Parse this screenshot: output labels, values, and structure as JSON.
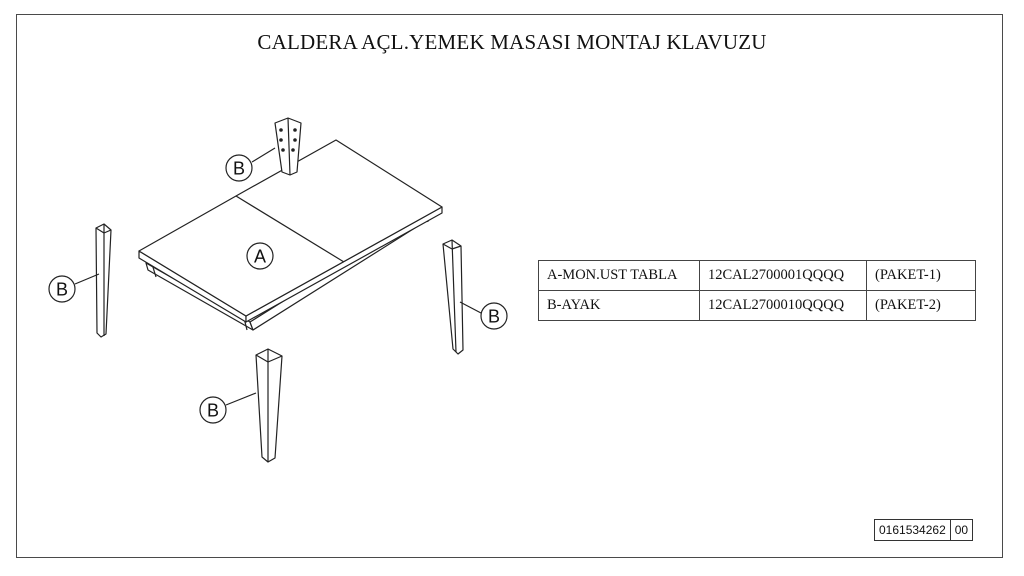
{
  "title": "CALDERA AÇL.YEMEK MASASI MONTAJ KLAVUZU",
  "labels": {
    "top": "A",
    "leg": "B"
  },
  "parts": [
    {
      "name": "A-MON.UST TABLA",
      "code": "12CAL2700001QQQQ",
      "package": "(PAKET-1)"
    },
    {
      "name": "B-AYAK",
      "code": "12CAL2700010QQQQ",
      "package": "(PAKET-2)"
    }
  ],
  "doc": {
    "number": "0161534262",
    "revision": "00"
  },
  "colors": {
    "line": "#222222",
    "paper": "#ffffff"
  }
}
